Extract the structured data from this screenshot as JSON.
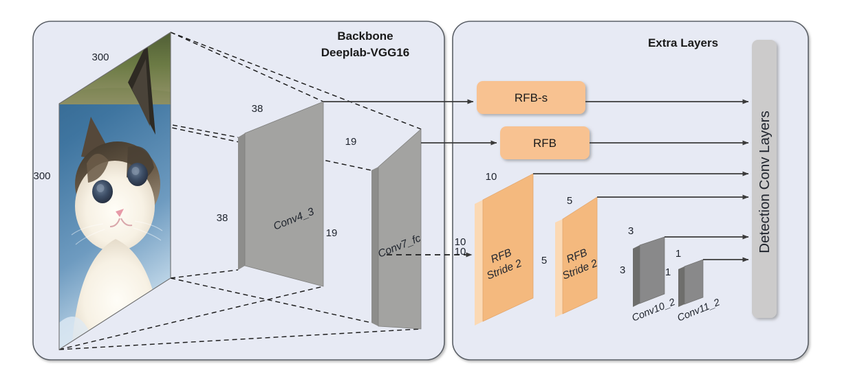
{
  "figure": {
    "type": "neural-network-architecture-diagram",
    "panels": [
      {
        "id": "backbone",
        "title_line1": "Backbone",
        "title_line2": "Deeplab-VGG16"
      },
      {
        "id": "extra",
        "title_line1": "Extra Layers"
      }
    ]
  },
  "backbone": {
    "title_line1": "Backbone",
    "title_line2": "Deeplab-VGG16",
    "input": {
      "name": "input-image",
      "content": "cat-photo",
      "width_label": "300",
      "height_label": "300"
    },
    "layers": [
      {
        "name": "Conv4_3",
        "top_dim": "38",
        "side_dim": "38"
      },
      {
        "name": "Conv7_fc",
        "top_dim": "19",
        "side_dim": "19"
      }
    ]
  },
  "extra_layers": {
    "title": "Extra Layers",
    "rfb_blocks": [
      {
        "label": "RFB-s"
      },
      {
        "label": "RFB"
      }
    ],
    "stride_blocks": [
      {
        "line1": "RFB",
        "line2": "Stride 2",
        "top_dim": "10",
        "side_dim": "10"
      },
      {
        "line1": "RFB",
        "line2": "Stride 2",
        "top_dim": "5",
        "side_dim": "5"
      }
    ],
    "conv_blocks": [
      {
        "name": "Conv10_2",
        "top_dim": "3",
        "side_dim": "3"
      },
      {
        "name": "Conv11_2",
        "top_dim": "1",
        "side_dim": "1"
      }
    ],
    "detection": {
      "label": "Detection Conv Layers"
    }
  },
  "connections": {
    "dashed_feed_label": "10",
    "arrow_count": 6
  },
  "colors": {
    "panel_background": "#E7EAF4",
    "panel_border": "#5a5f66",
    "orange_face": "#F8C291",
    "orange_side": "#FBD9B4",
    "gray_face": "#A3A3A1",
    "gray_side": "#6E6E6C",
    "detect_bar": "#CCCBCB",
    "arrow": "#3a3a3a",
    "page_background": "#FFFFFF"
  }
}
